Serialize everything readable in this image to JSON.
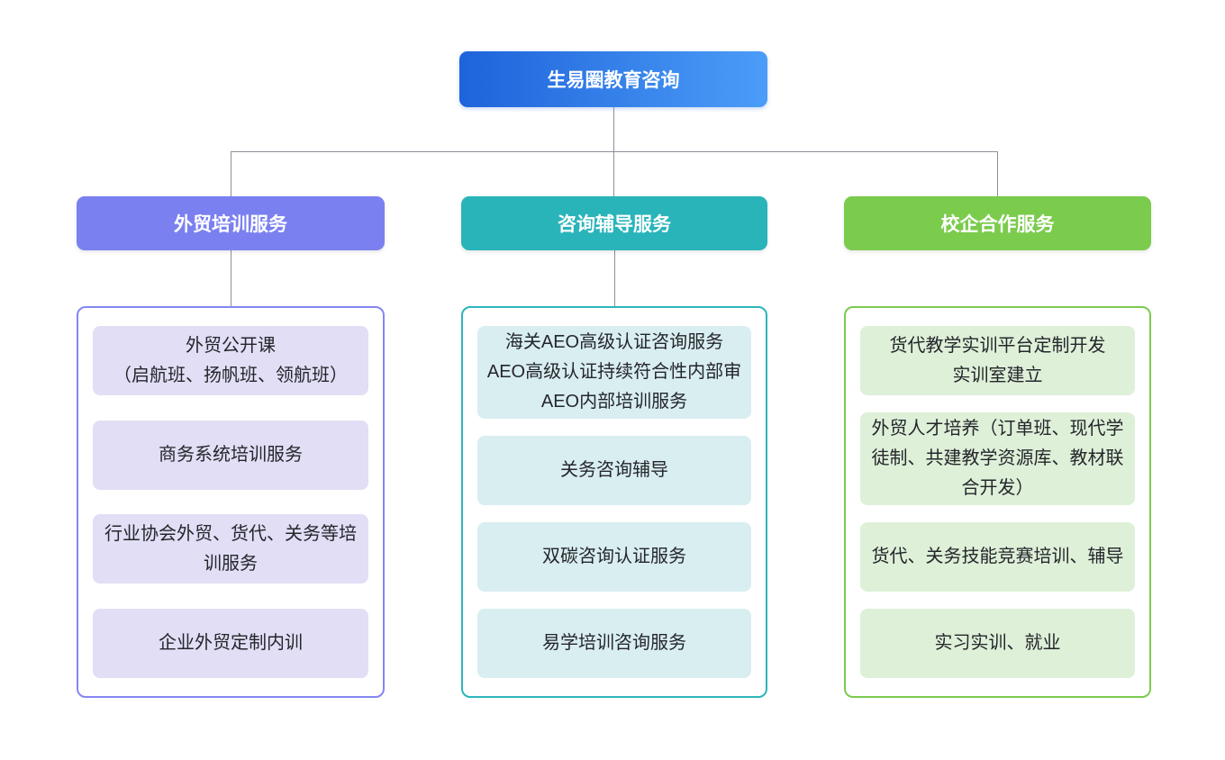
{
  "page": {
    "background": "#ffffff",
    "connector_color": "#8b9198"
  },
  "root": {
    "label": "生易圈教育咨询",
    "gradient_start": "#1e63da",
    "gradient_end": "#4b9df8",
    "text_color": "#ffffff"
  },
  "branches": [
    {
      "label": "外贸培训服务",
      "accent": "#7b80f0",
      "border": "#8387f2",
      "tint": "#e1def6",
      "items": [
        "外贸公开课\n（启航班、扬帆班、领航班）",
        "商务系统培训服务",
        "行业协会外贸、货代、关务等培训服务",
        "企业外贸定制内训"
      ]
    },
    {
      "label": "咨询辅导服务",
      "accent": "#29b4ba",
      "border": "#2cb5ba",
      "tint": "#d9eef0",
      "items": [
        "海关AEO高级认证咨询服务\nAEO高级认证持续符合性内部审\nAEO内部培训服务",
        "关务咨询辅导",
        "双碳咨询认证服务",
        "易学培训咨询服务"
      ]
    },
    {
      "label": "校企合作服务",
      "accent": "#7bcb4d",
      "border": "#7ccb4e",
      "tint": "#def0d8",
      "items": [
        "货代教学实训平台定制开发\n实训室建立",
        "外贸人才培养（订单班、现代学徒制、共建教学资源库、教材联合开发）",
        "货代、关务技能竞赛培训、辅导",
        "实习实训、就业"
      ]
    }
  ]
}
